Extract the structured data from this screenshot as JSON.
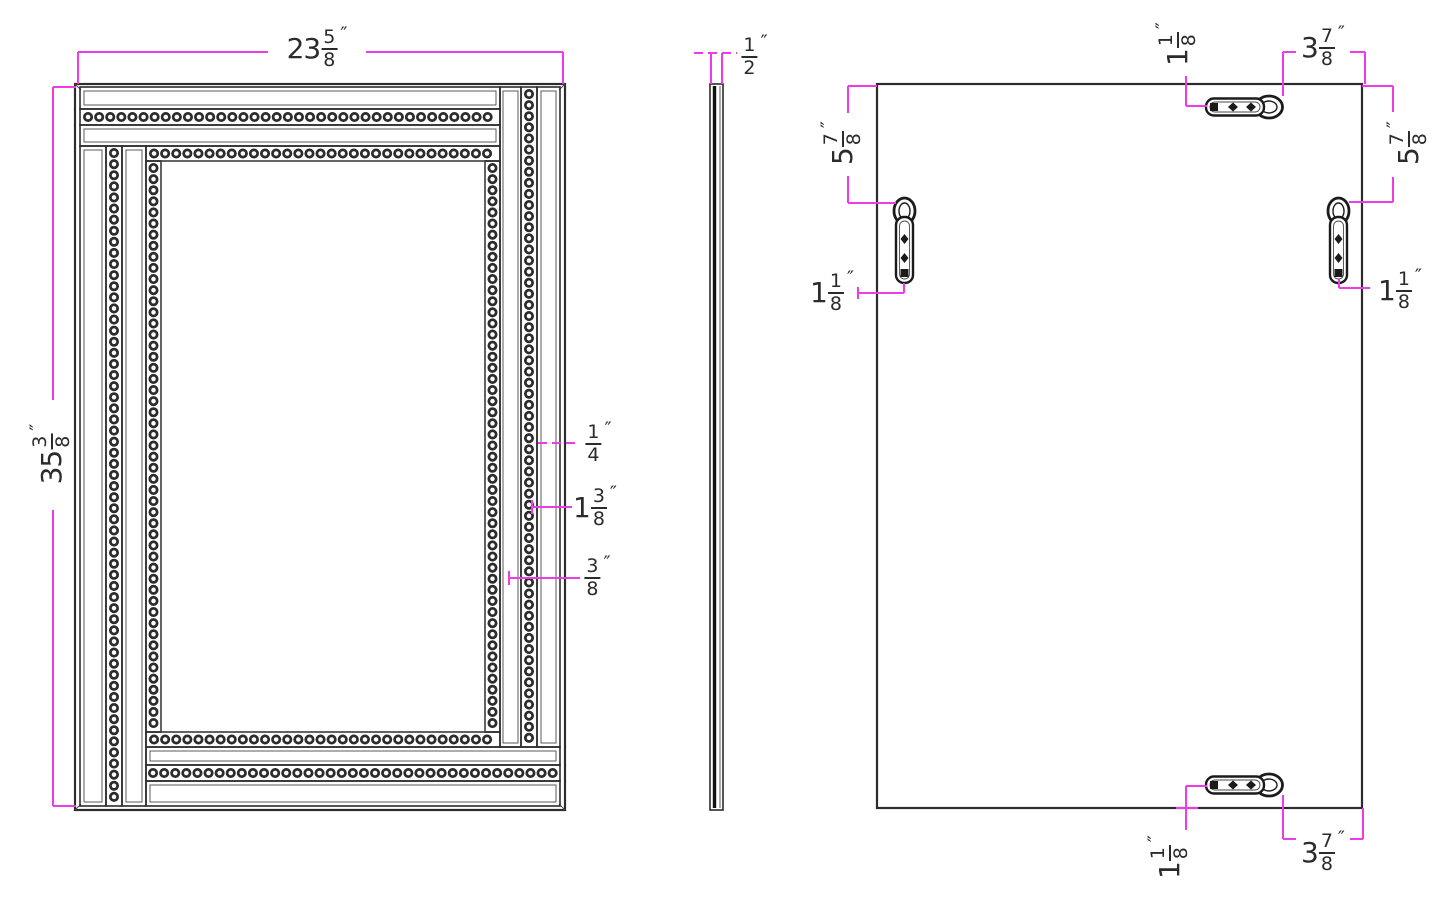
{
  "drawing_type": "technical-dimension-drawing",
  "colors": {
    "dimension_line": "#ee3be9",
    "drawing_line": "#2c2c2c",
    "text": "#2b2b2b",
    "background": "#ffffff"
  },
  "front_view": {
    "width": {
      "whole": "23",
      "num": "5",
      "den": "8",
      "unit": "″"
    },
    "height": {
      "whole": "35",
      "num": "3",
      "den": "8",
      "unit": "″"
    },
    "bead_detail": {
      "whole": "",
      "num": "1",
      "den": "4",
      "unit": "″"
    },
    "trim_detail": {
      "whole": "1",
      "num": "3",
      "den": "8",
      "unit": "″"
    },
    "inner_bead_detail": {
      "whole": "",
      "num": "3",
      "den": "8",
      "unit": "″"
    }
  },
  "side_view": {
    "thickness": {
      "whole": "",
      "num": "1",
      "den": "2",
      "unit": "″"
    }
  },
  "back_view": {
    "hanger_top_offset": {
      "whole": "5",
      "num": "7",
      "den": "8",
      "unit": "″"
    },
    "hanger_edge_inset": {
      "whole": "1",
      "num": "1",
      "den": "8",
      "unit": "″"
    },
    "hanger_corner_offset": {
      "whole": "3",
      "num": "7",
      "den": "8",
      "unit": "″"
    }
  }
}
